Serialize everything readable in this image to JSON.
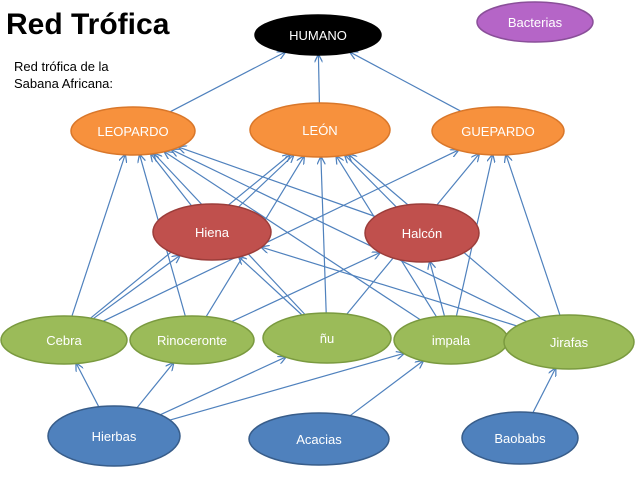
{
  "title": "Red Trófica",
  "subtitle": "Red trófica de la Sabana Africana:",
  "colors": {
    "top": "#000000",
    "decomposer": "#b565c7",
    "carnivore": "#f7913d",
    "scavenger": "#c0504d",
    "herbivore": "#9bbb59",
    "producer": "#4f81bd",
    "arrow": "#4f81bd"
  },
  "nodes": [
    {
      "id": "humano",
      "label": "HUMANO",
      "kind": "top"
    },
    {
      "id": "bacterias",
      "label": "Bacterias",
      "kind": "decomposer"
    },
    {
      "id": "leopardo",
      "label": "LEOPARDO",
      "kind": "carnivore"
    },
    {
      "id": "leon",
      "label": "LEÓN",
      "kind": "carnivore"
    },
    {
      "id": "guepardo",
      "label": "GUEPARDO",
      "kind": "carnivore"
    },
    {
      "id": "hiena",
      "label": "Hiena",
      "kind": "scavenger"
    },
    {
      "id": "halcon",
      "label": "Halcón",
      "kind": "scavenger"
    },
    {
      "id": "cebra",
      "label": "Cebra",
      "kind": "herbivore"
    },
    {
      "id": "rinoceronte",
      "label": "Rinoceronte",
      "kind": "herbivore"
    },
    {
      "id": "nu",
      "label": "ñu",
      "kind": "herbivore"
    },
    {
      "id": "impala",
      "label": "impala",
      "kind": "herbivore"
    },
    {
      "id": "jirafas",
      "label": "Jirafas",
      "kind": "herbivore"
    },
    {
      "id": "hierbas",
      "label": "Hierbas",
      "kind": "producer"
    },
    {
      "id": "acacias",
      "label": "Acacias",
      "kind": "producer"
    },
    {
      "id": "baobabs",
      "label": "Baobabs",
      "kind": "producer"
    }
  ],
  "edges": [
    {
      "from": "leopardo",
      "to": "humano"
    },
    {
      "from": "leon",
      "to": "humano"
    },
    {
      "from": "guepardo",
      "to": "humano"
    },
    {
      "from": "hiena",
      "to": "leopardo"
    },
    {
      "from": "hiena",
      "to": "leon"
    },
    {
      "from": "halcon",
      "to": "leopardo"
    },
    {
      "from": "halcon",
      "to": "leon"
    },
    {
      "from": "cebra",
      "to": "leopardo"
    },
    {
      "from": "cebra",
      "to": "leon"
    },
    {
      "from": "cebra",
      "to": "guepardo"
    },
    {
      "from": "cebra",
      "to": "hiena"
    },
    {
      "from": "rinoceronte",
      "to": "leopardo"
    },
    {
      "from": "rinoceronte",
      "to": "leon"
    },
    {
      "from": "rinoceronte",
      "to": "halcon"
    },
    {
      "from": "nu",
      "to": "leopardo"
    },
    {
      "from": "nu",
      "to": "leon"
    },
    {
      "from": "nu",
      "to": "guepardo"
    },
    {
      "from": "nu",
      "to": "hiena"
    },
    {
      "from": "impala",
      "to": "leopardo"
    },
    {
      "from": "impala",
      "to": "leon"
    },
    {
      "from": "impala",
      "to": "guepardo"
    },
    {
      "from": "impala",
      "to": "halcon"
    },
    {
      "from": "jirafas",
      "to": "leopardo"
    },
    {
      "from": "jirafas",
      "to": "leon"
    },
    {
      "from": "jirafas",
      "to": "guepardo"
    },
    {
      "from": "jirafas",
      "to": "hiena"
    },
    {
      "from": "hierbas",
      "to": "cebra"
    },
    {
      "from": "hierbas",
      "to": "rinoceronte"
    },
    {
      "from": "hierbas",
      "to": "nu"
    },
    {
      "from": "hierbas",
      "to": "impala"
    },
    {
      "from": "acacias",
      "to": "impala"
    },
    {
      "from": "baobabs",
      "to": "jirafas"
    }
  ]
}
